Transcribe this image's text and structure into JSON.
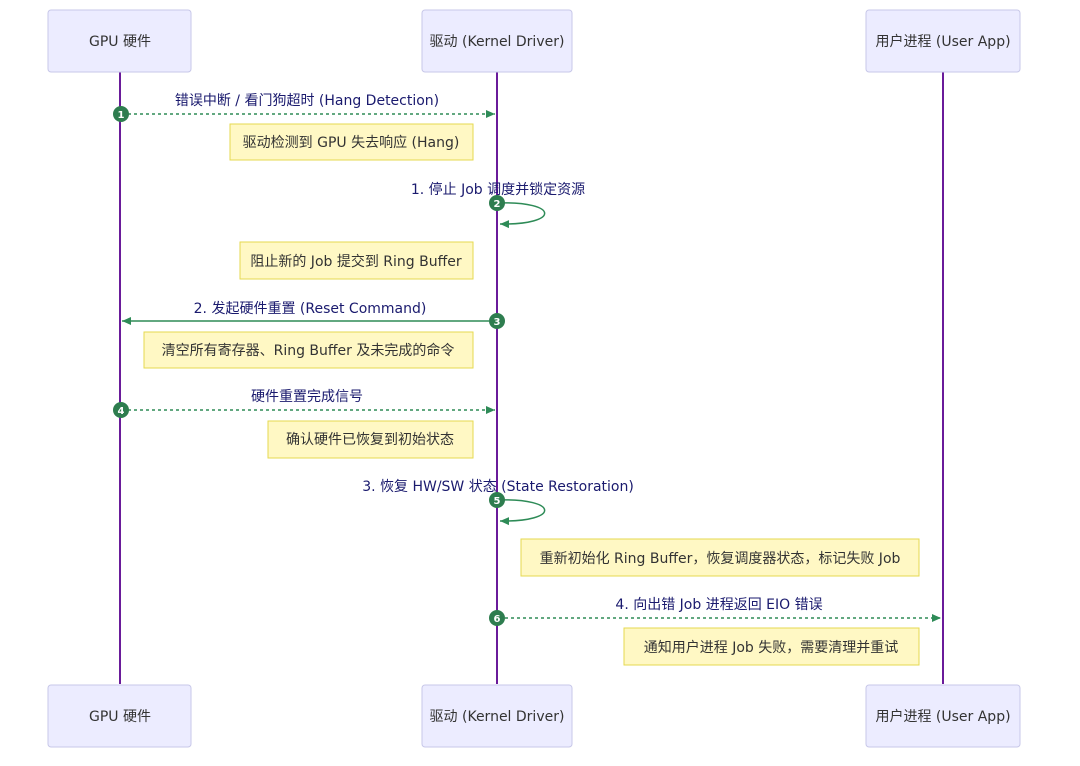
{
  "actors": [
    {
      "id": "gpu",
      "label": "GPU 硬件"
    },
    {
      "id": "driver",
      "label": "驱动 (Kernel Driver)"
    },
    {
      "id": "app",
      "label": "用户进程 (User App)"
    }
  ],
  "messages": [
    {
      "seq": "1",
      "label": "错误中断 / 看门狗超时 (Hang Detection)",
      "from": "gpu",
      "to": "driver",
      "style": "dashed",
      "note": {
        "text": "驱动检测到 GPU 失去响应 (Hang)",
        "over": "driver",
        "side": "left"
      }
    },
    {
      "seq": "2",
      "label": "1. 停止 Job 调度并锁定资源",
      "from": "driver",
      "to": "driver",
      "style": "solid",
      "note": {
        "text": "阻止新的 Job 提交到 Ring Buffer",
        "over": "driver",
        "side": "left"
      }
    },
    {
      "seq": "3",
      "label": "2. 发起硬件重置 (Reset Command)",
      "from": "driver",
      "to": "gpu",
      "style": "solid",
      "note": {
        "text": "清空所有寄存器、Ring Buffer 及未完成的命令",
        "over": "driver",
        "side": "left"
      }
    },
    {
      "seq": "4",
      "label": "硬件重置完成信号",
      "from": "gpu",
      "to": "driver",
      "style": "dashed",
      "note": {
        "text": "确认硬件已恢复到初始状态",
        "over": "driver",
        "side": "left"
      }
    },
    {
      "seq": "5",
      "label": "3. 恢复 HW/SW 状态 (State Restoration)",
      "from": "driver",
      "to": "driver",
      "style": "solid",
      "note": {
        "text": "重新初始化 Ring Buffer，恢复调度器状态，标记失败 Job",
        "over": "driver",
        "side": "right"
      }
    },
    {
      "seq": "6",
      "label": "4. 向出错 Job 进程返回 EIO 错误",
      "from": "driver",
      "to": "app",
      "style": "dashed",
      "note": {
        "text": "通知用户进程 Job 失败，需要清理并重试",
        "over": "app",
        "side": "left"
      }
    }
  ],
  "colors": {
    "lifeline": "#6a1b9a",
    "arrow": "#2e8b57",
    "badge": "#2e7d4f",
    "actor_fill": "#ececff",
    "note_fill": "#fff8c4"
  }
}
